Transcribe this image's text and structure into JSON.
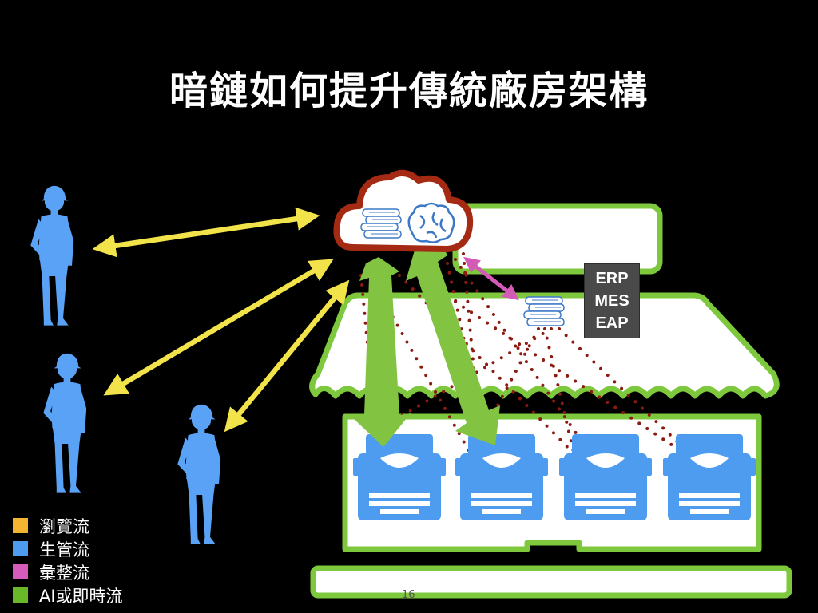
{
  "title": "暗鏈如何提升傳統廠房架構",
  "systems_box": {
    "lines": [
      "ERP",
      "MES",
      "EAP"
    ]
  },
  "legend": [
    {
      "label": "瀏覽流",
      "color": "#f3b431"
    },
    {
      "label": "生管流",
      "color": "#4d9cf0"
    },
    {
      "label": "彙整流",
      "color": "#d65cbc"
    },
    {
      "label": "AI或即時流",
      "color": "#68b82a"
    }
  ],
  "colors": {
    "background": "#000000",
    "browse_arrow": "#f3e34a",
    "person": "#5aa2f5",
    "factory_outline": "#7ec83e",
    "ai_arrow": "#82c341",
    "consolidate_arrow": "#d45ab8",
    "dotted_line": "#8b1a10",
    "cloud_outline": "#a52a14"
  },
  "icons": {
    "people": [
      "worker-icon",
      "worker-icon",
      "worker-icon"
    ],
    "cloud": "cloud-icon",
    "cloud_contents": [
      "books-icon",
      "brain-icon"
    ],
    "factory_books": "books-icon",
    "machines": [
      "typewriter-icon",
      "typewriter-icon",
      "typewriter-icon",
      "typewriter-icon"
    ]
  },
  "page_number": "16"
}
